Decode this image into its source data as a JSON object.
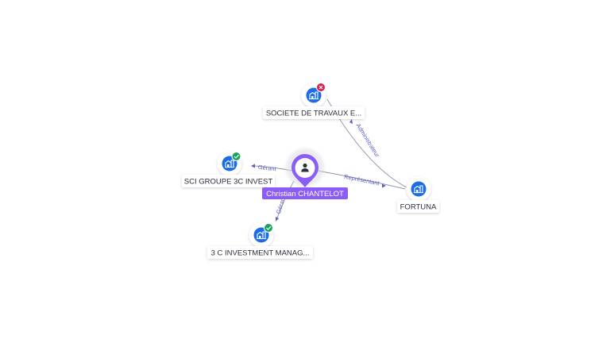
{
  "colors": {
    "company_icon": "#1a6ce8",
    "person_accent": "#8b5cf6",
    "person_label_bg": "#8b5cf6",
    "edge": "#8e94a8",
    "edge_label": "#5b5fc7",
    "status_active": "#1aa35a",
    "status_closed": "#d9214f"
  },
  "center": {
    "name": "Christian CHANTELOT",
    "icon": "person-icon"
  },
  "companies": [
    {
      "name": "SOCIETE DE TRAVAUX E...",
      "icon": "building-icon",
      "status": "closed",
      "status_icon": "x-icon"
    },
    {
      "name": "SCI GROUPE 3C INVEST",
      "icon": "building-icon",
      "status": "active",
      "status_icon": "check-icon"
    },
    {
      "name": "FORTUNA",
      "icon": "building-icon",
      "status": "none"
    },
    {
      "name": "3 C INVESTMENT MANAG...",
      "icon": "building-icon",
      "status": "active",
      "status_icon": "check-icon"
    }
  ],
  "edges": [
    {
      "from": "center",
      "to": "SCI GROUPE 3C INVEST",
      "label": "Gérant"
    },
    {
      "from": "center",
      "to": "3 C INVESTMENT MANAG...",
      "label": "Gérant"
    },
    {
      "from": "center",
      "to": "FORTUNA",
      "label": "Représentant"
    },
    {
      "from": "FORTUNA",
      "to": "SOCIETE DE TRAVAUX E...",
      "label": "Administrateur"
    }
  ]
}
